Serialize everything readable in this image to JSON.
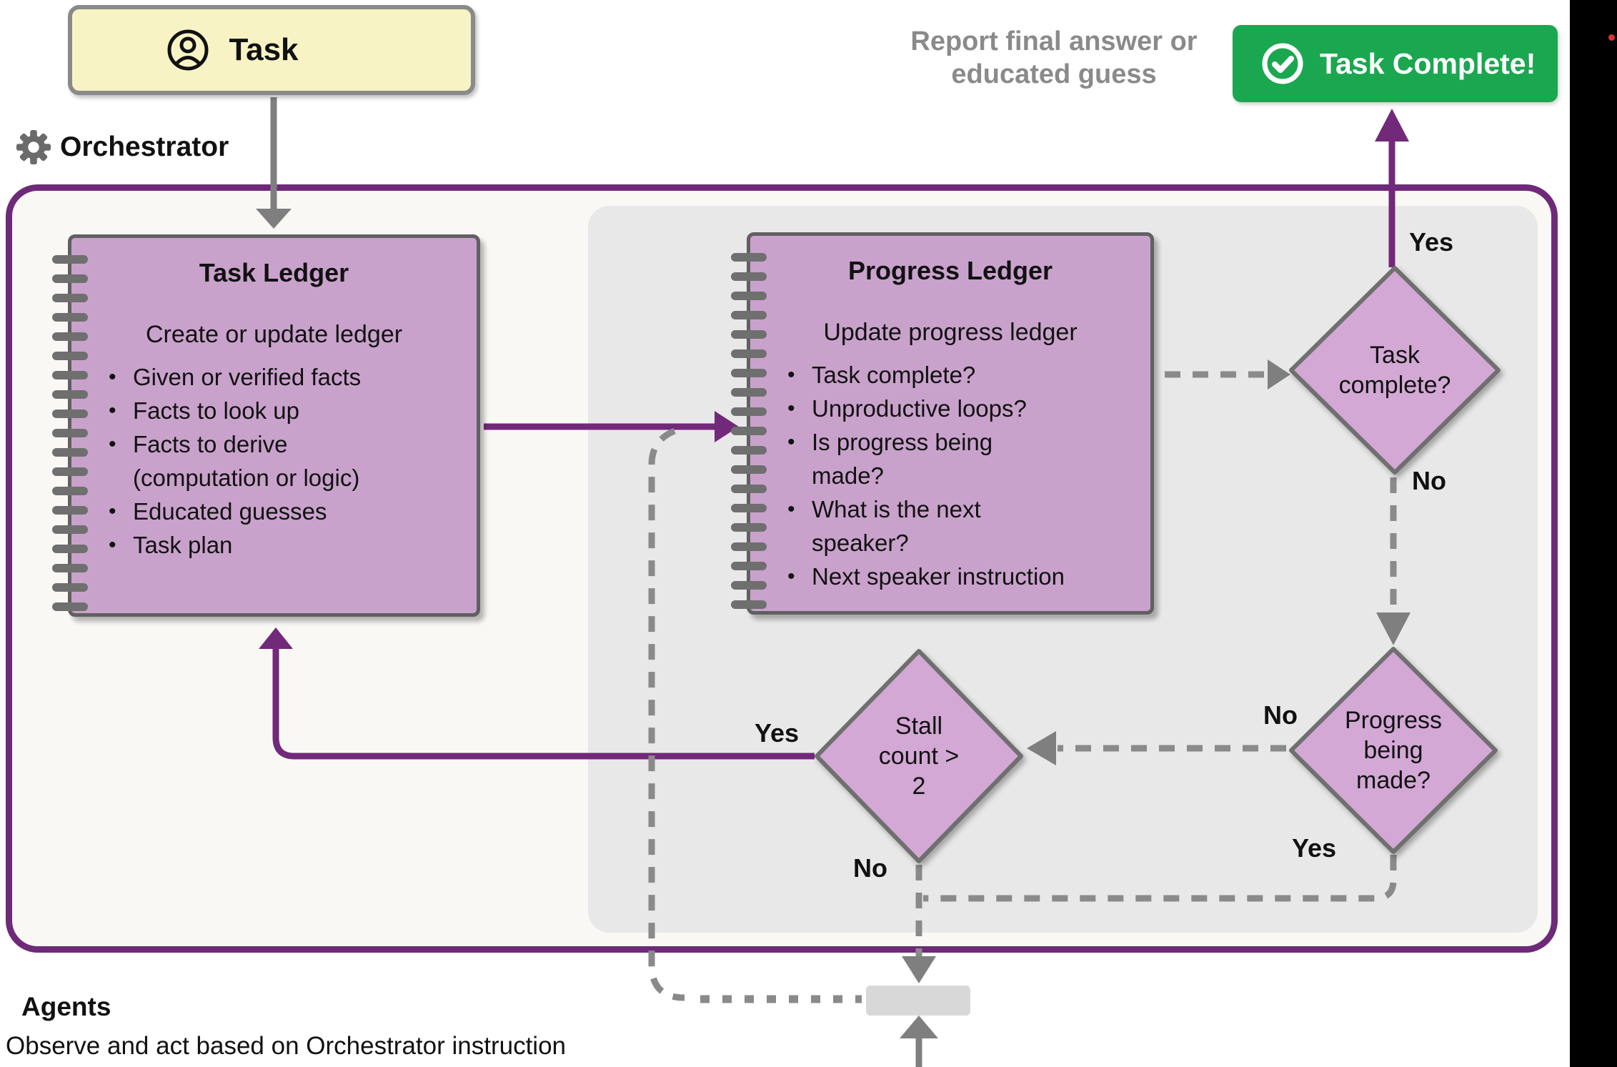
{
  "header": {
    "task_label": "Task",
    "orchestrator_label": "Orchestrator",
    "report_note_line1": "Report final answer or",
    "report_note_line2": "educated guess",
    "complete_button_label": "Task Complete!"
  },
  "task_ledger": {
    "title": "Task Ledger",
    "subtitle": "Create or update ledger",
    "items": [
      "Given or verified facts",
      "Facts to look up",
      "Facts to derive (computation or logic)",
      "Educated guesses",
      "Task plan"
    ]
  },
  "progress_ledger": {
    "title": "Progress Ledger",
    "subtitle": "Update progress ledger",
    "items": [
      "Task complete?",
      "Unproductive loops?",
      "Is progress being made?",
      "What is the next speaker?",
      "Next speaker instruction"
    ]
  },
  "decisions": {
    "task_complete": "Task complete?",
    "progress_being_made": "Progress being made?",
    "stall_count": "Stall count > 2"
  },
  "labels": {
    "yes": "Yes",
    "no": "No"
  },
  "agents": {
    "title": "Agents",
    "subtitle": "Observe and act based on Orchestrator instruction"
  },
  "colors": {
    "accent_purple": "#72297a",
    "notebook_pink": "#c9a2cc",
    "diamond_pink": "#d3a8d5",
    "button_green": "#1aa750",
    "task_yellow": "#f7f3c5",
    "connector_gray": "#7f7f7f"
  }
}
